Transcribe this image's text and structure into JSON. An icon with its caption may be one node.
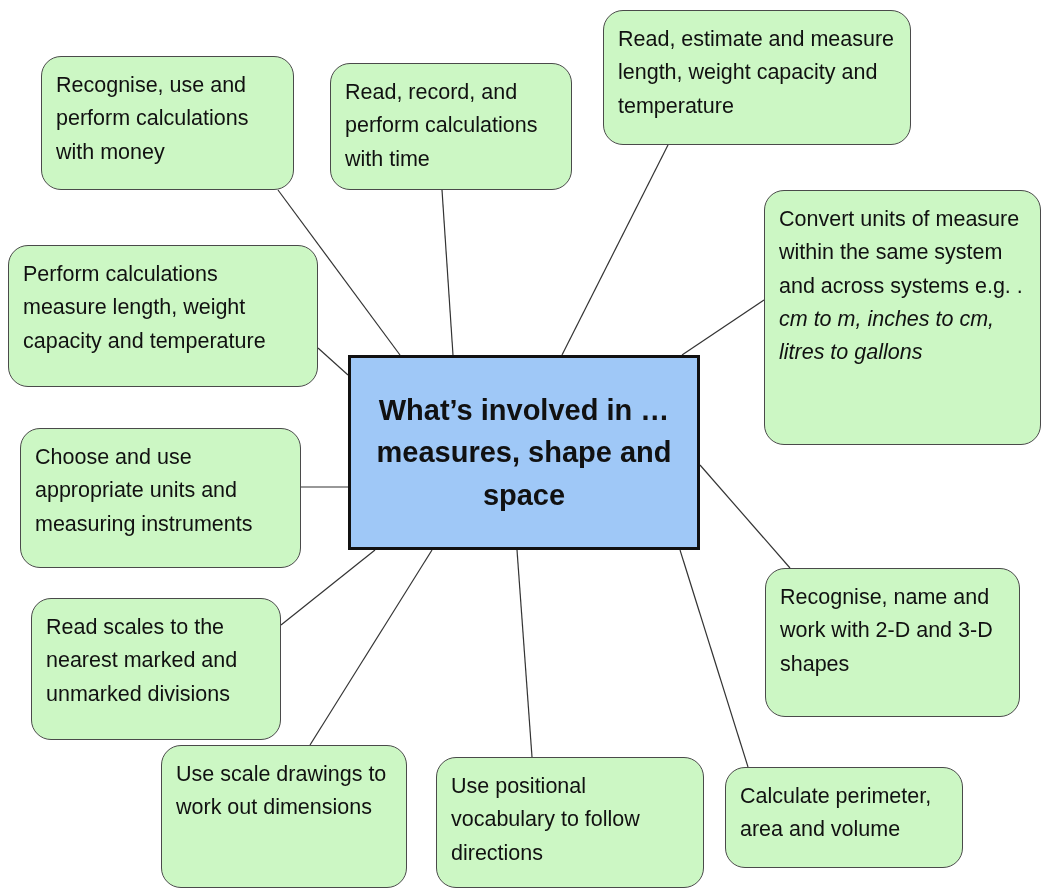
{
  "diagram": {
    "nodes": [
      {
        "text": [
          "What’s involved in … measures, shape and space"
        ]
      },
      {
        "text": [
          "Recognise, use and perform calculations with money"
        ]
      },
      {
        "text": [
          "Read, record, and perform calculations with time"
        ]
      },
      {
        "text": [
          "Read, estimate and measure length, weight capacity and temperature"
        ]
      },
      {
        "text": [
          "Convert units of measure within the same system and across systems e.g. . *cm to m, inches to cm, litres to gallons*"
        ]
      },
      {
        "text": [
          "Perform calculations measure length, weight capacity and temperature"
        ]
      },
      {
        "text": [
          "Choose and use appropriate units and measuring instruments"
        ]
      },
      {
        "text": [
          "Read scales to the nearest marked and unmarked divisions"
        ]
      },
      {
        "text": [
          "Use scale drawings to work out dimensions"
        ]
      },
      {
        "text": [
          "Use positional vocabulary to follow directions"
        ]
      },
      {
        "text": [
          "Calculate perimeter, area and volume"
        ]
      },
      {
        "text": [
          "Recognise, name and work with 2-D and 3-D shapes"
        ]
      }
    ],
    "edges": [
      {
        "from": 0,
        "to": 1,
        "arrow": "none"
      },
      {
        "from": 0,
        "to": 2,
        "arrow": "none"
      },
      {
        "from": 0,
        "to": 3,
        "arrow": "none"
      },
      {
        "from": 0,
        "to": 4,
        "arrow": "none"
      },
      {
        "from": 0,
        "to": 5,
        "arrow": "none"
      },
      {
        "from": 0,
        "to": 6,
        "arrow": "none"
      },
      {
        "from": 0,
        "to": 7,
        "arrow": "none"
      },
      {
        "from": 0,
        "to": 8,
        "arrow": "none"
      },
      {
        "from": 0,
        "to": 9,
        "arrow": "none"
      },
      {
        "from": 0,
        "to": 10,
        "arrow": "none"
      },
      {
        "from": 0,
        "to": 11,
        "arrow": "none"
      }
    ]
  }
}
